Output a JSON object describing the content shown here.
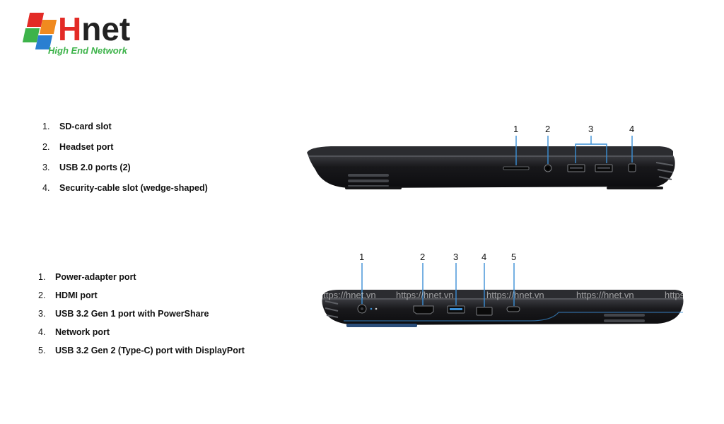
{
  "logo": {
    "brand_h": "H",
    "brand_rest": "net",
    "tagline": "High End Network"
  },
  "right_side": {
    "callouts": [
      "1",
      "2",
      "3",
      "4"
    ],
    "items": [
      {
        "num": "1.",
        "label": "SD-card slot"
      },
      {
        "num": "2.",
        "label": "Headset port"
      },
      {
        "num": "3.",
        "label": "USB 2.0 ports (2)"
      },
      {
        "num": "4.",
        "label": "Security-cable slot (wedge-shaped)"
      }
    ]
  },
  "left_side": {
    "callouts": [
      "1",
      "2",
      "3",
      "4",
      "5"
    ],
    "items": [
      {
        "num": "1.",
        "label": "Power-adapter port"
      },
      {
        "num": "2.",
        "label": "HDMI port"
      },
      {
        "num": "3.",
        "label": "USB 3.2 Gen 1 port with PowerShare"
      },
      {
        "num": "4.",
        "label": "Network port"
      },
      {
        "num": "5.",
        "label": "USB 3.2 Gen 2 (Type-C) port with DisplayPort"
      }
    ]
  },
  "watermark": [
    "https://hnet.vn",
    "https://hnet.vn",
    "https://hnet.vn",
    "https://hnet.vn",
    "https"
  ],
  "colors": {
    "accent_blue": "#3a8fd6",
    "logo_red": "#e32b26",
    "logo_green": "#3db34a",
    "chassis": "#1b1b1e"
  }
}
